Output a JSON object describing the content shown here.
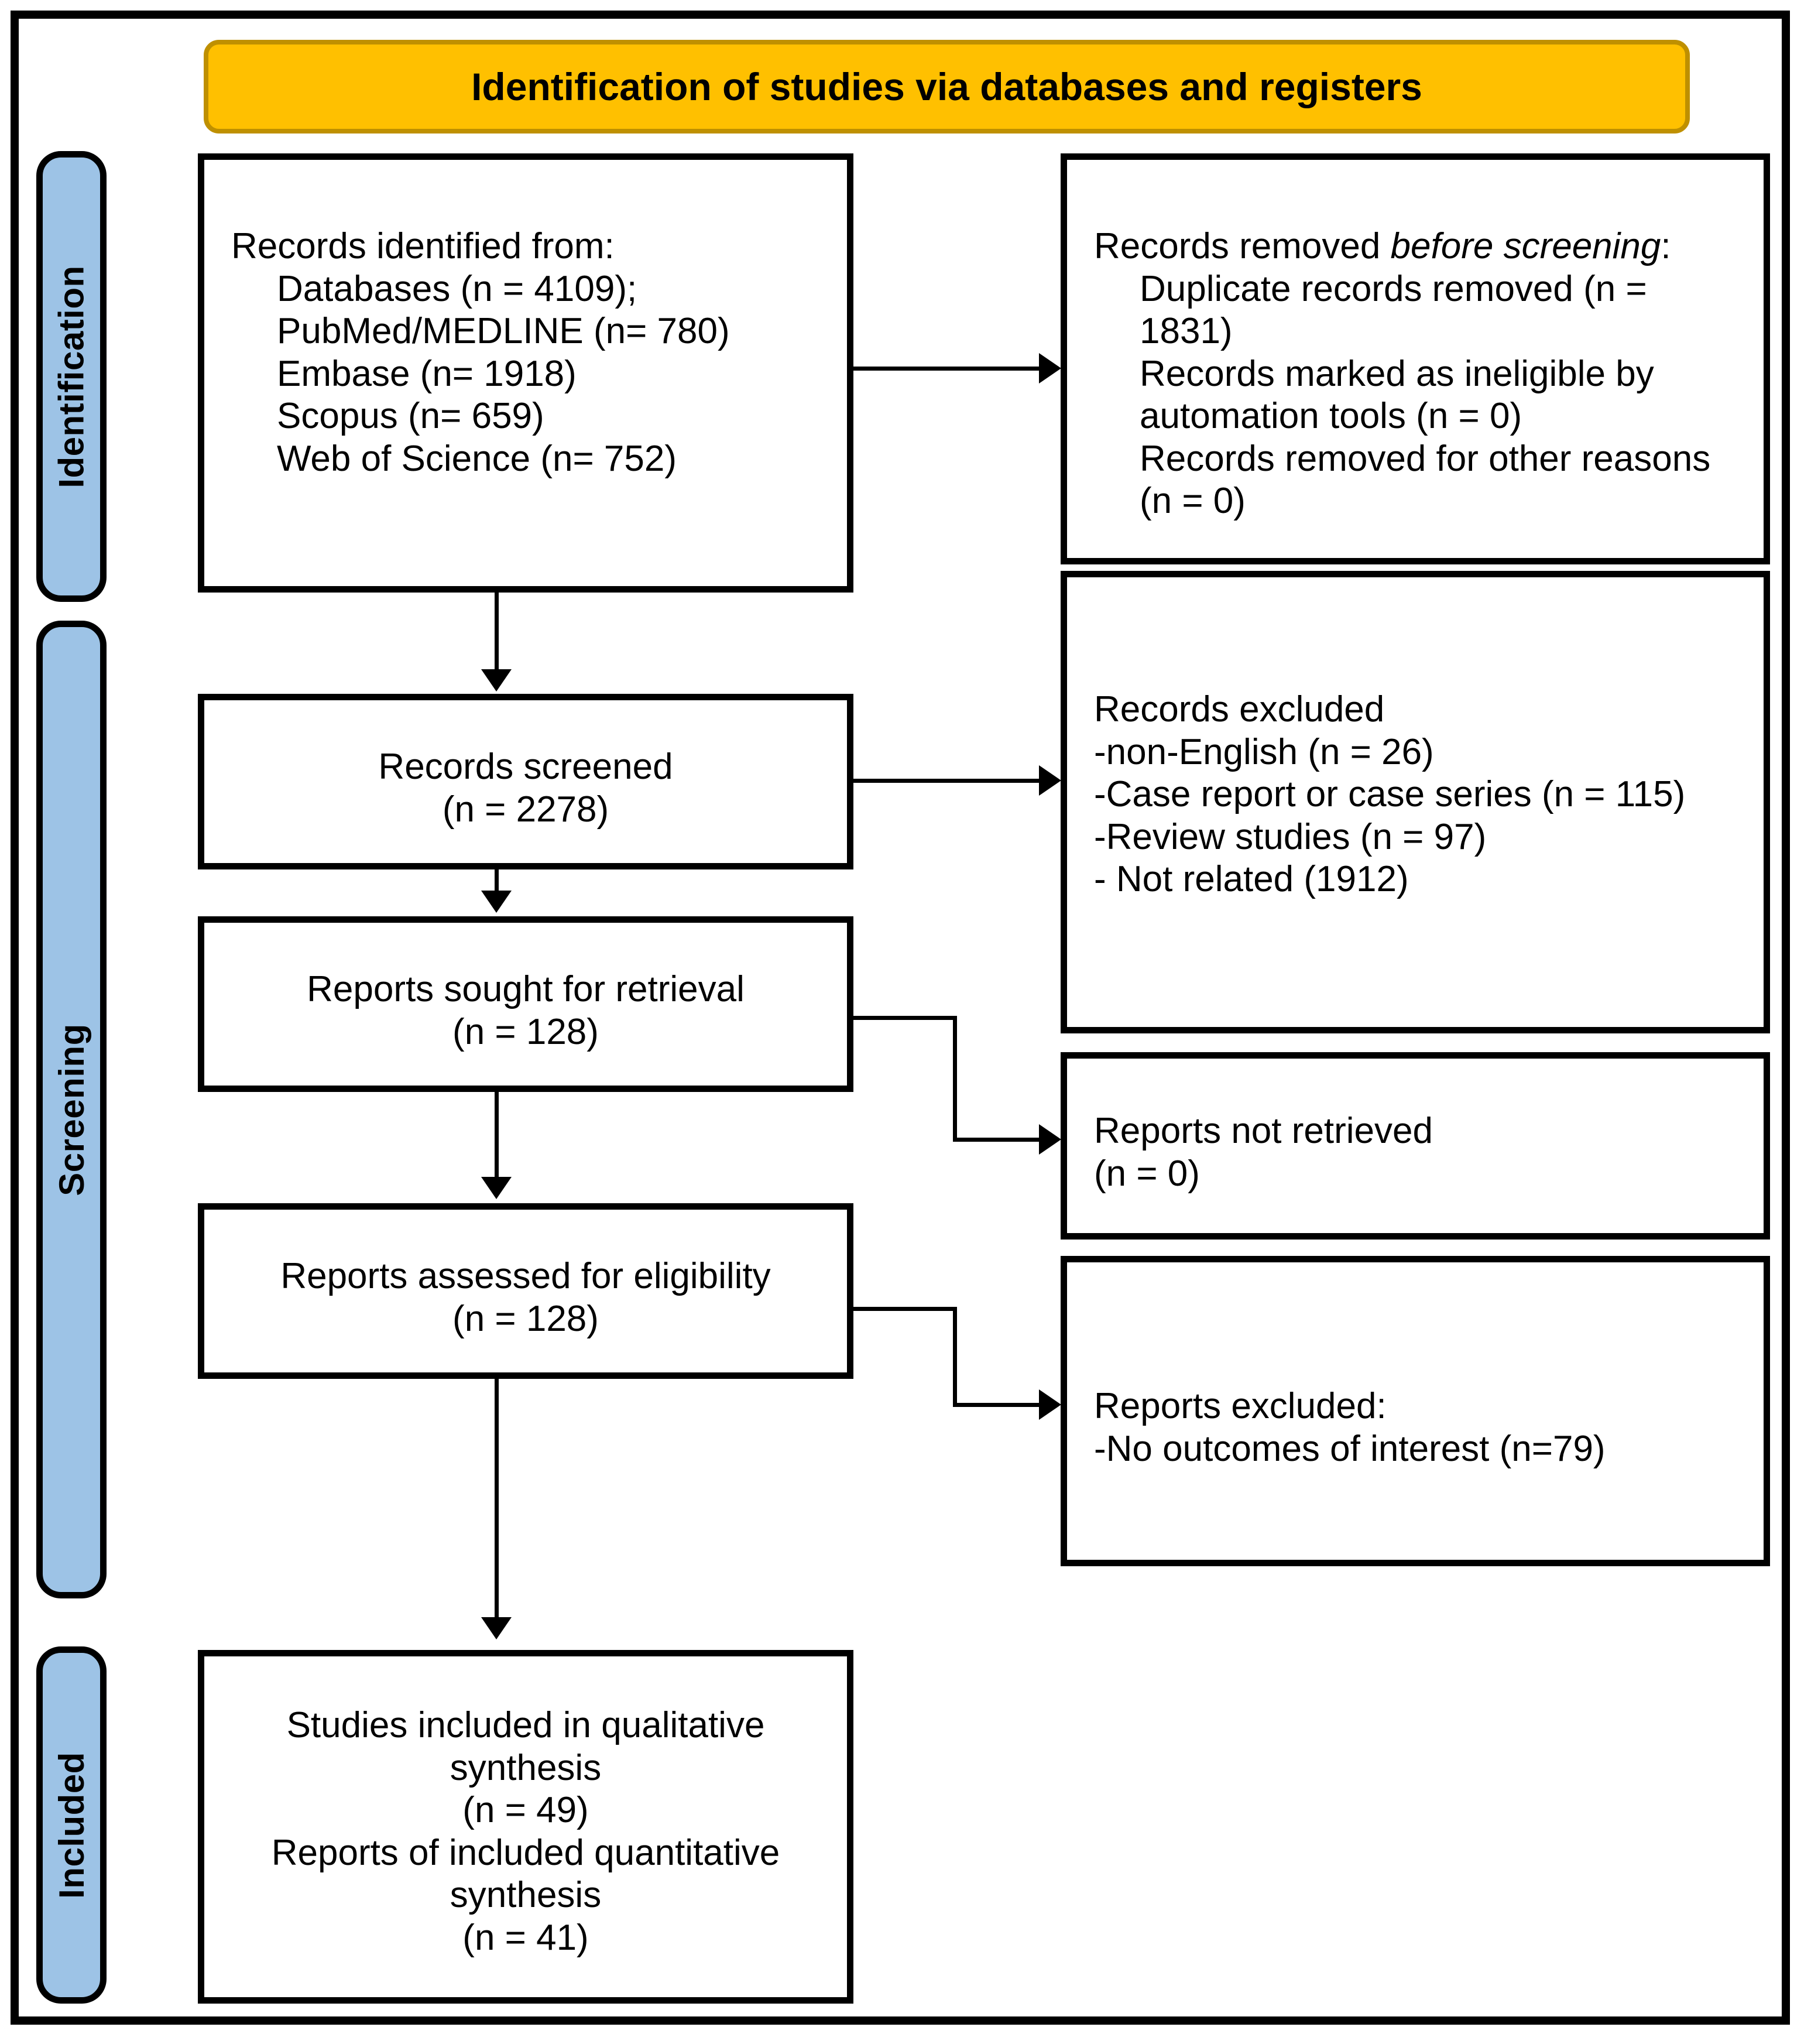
{
  "banner": {
    "title": "Identification of studies via databases and registers"
  },
  "stages": [
    {
      "id": "identification",
      "label": "Identification"
    },
    {
      "id": "screening",
      "label": "Screening"
    },
    {
      "id": "included",
      "label": "Included"
    }
  ],
  "nodes": {
    "records_identified": {
      "heading": "Records identified from:",
      "lines": [
        "Databases (n = 4109);",
        "PubMed/MEDLINE (n= 780)",
        "Embase (n= 1918)",
        "Scopus (n= 659)",
        "Web of Science (n= 752)"
      ]
    },
    "records_removed": {
      "heading_prefix": "Records removed ",
      "heading_italic": "before screening",
      "heading_suffix": ":",
      "lines": [
        "Duplicate records removed (n = 1831)",
        "Records marked as ineligible by automation tools (n = 0)",
        "Records removed for other reasons (n = 0)"
      ]
    },
    "records_screened": {
      "line1": "Records screened",
      "line2": "(n = 2278)"
    },
    "records_excluded": {
      "heading": "Records excluded",
      "lines": [
        "-non-English (n = 26)",
        "-Case report or case series (n = 115)",
        "-Review studies (n = 97)",
        "- Not related (1912)"
      ]
    },
    "reports_sought": {
      "line1": "Reports sought for retrieval",
      "line2": "(n = 128)"
    },
    "reports_not_retrieved": {
      "line1": "Reports not retrieved",
      "line2": "(n = 0)"
    },
    "reports_assessed": {
      "line1": "Reports assessed for eligibility",
      "line2": "(n = 128)"
    },
    "reports_excluded": {
      "heading": "Reports excluded:",
      "lines": [
        "-No outcomes of interest (n=79)"
      ]
    },
    "studies_included": {
      "line1": "Studies included in qualitative",
      "line2": "synthesis",
      "line3": "(n = 49)",
      "line4": "Reports of included quantitative",
      "line5": "synthesis",
      "line6": "(n = 41)"
    }
  },
  "colors": {
    "banner_fill": "#FFC000",
    "banner_border": "#BF9000",
    "stage_fill": "#9DC3E6",
    "outline": "#000000",
    "background": "#FFFFFF"
  }
}
